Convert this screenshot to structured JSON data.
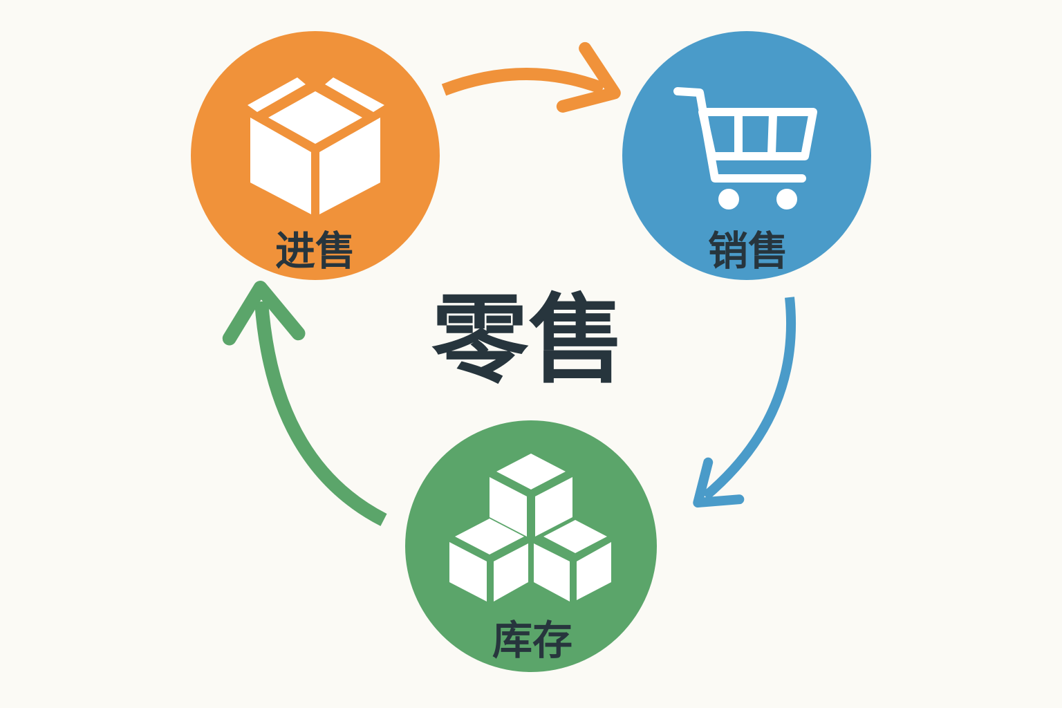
{
  "title": "零售",
  "nodes": [
    {
      "label": "进售",
      "icon": "box-icon",
      "color": "#F0923A"
    },
    {
      "label": "销售",
      "icon": "shopping-cart-icon",
      "color": "#4A9BC9"
    },
    {
      "label": "库存",
      "icon": "stacked-cubes-icon",
      "color": "#5BA56A"
    }
  ],
  "text_color": "#27353D",
  "background": "#FBFAF5"
}
